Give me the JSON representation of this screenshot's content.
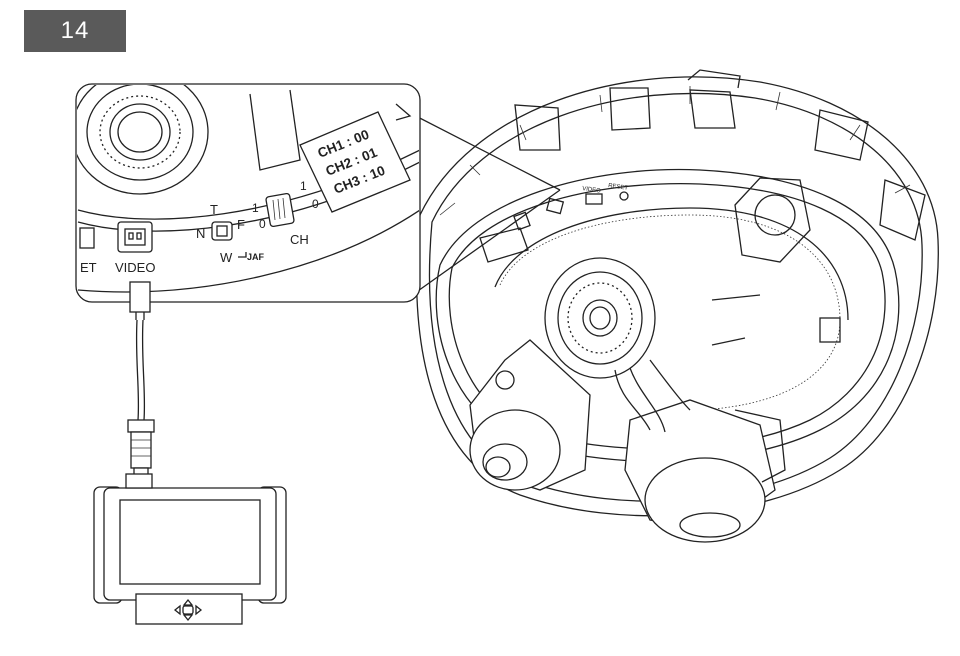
{
  "step_number": "14",
  "callout": {
    "channel_table": [
      "CH1 : 00",
      "CH2 : 01",
      "CH3 : 10"
    ],
    "switch_letters": {
      "t": "T",
      "n": "N",
      "f": "F",
      "w": "W"
    },
    "jaf_label": "JAF",
    "dip_labels": {
      "left_top": "1",
      "left_bottom": "0",
      "right_top": "1",
      "right_bottom": "0"
    },
    "ch_label": "CH",
    "reset_label_partial": "ET",
    "video_label": "VIDEO"
  },
  "camera_labels": {
    "reset": "RESET",
    "video": "VIDEO"
  },
  "monitor": {
    "nav_icon": "directional-pad-icon"
  }
}
